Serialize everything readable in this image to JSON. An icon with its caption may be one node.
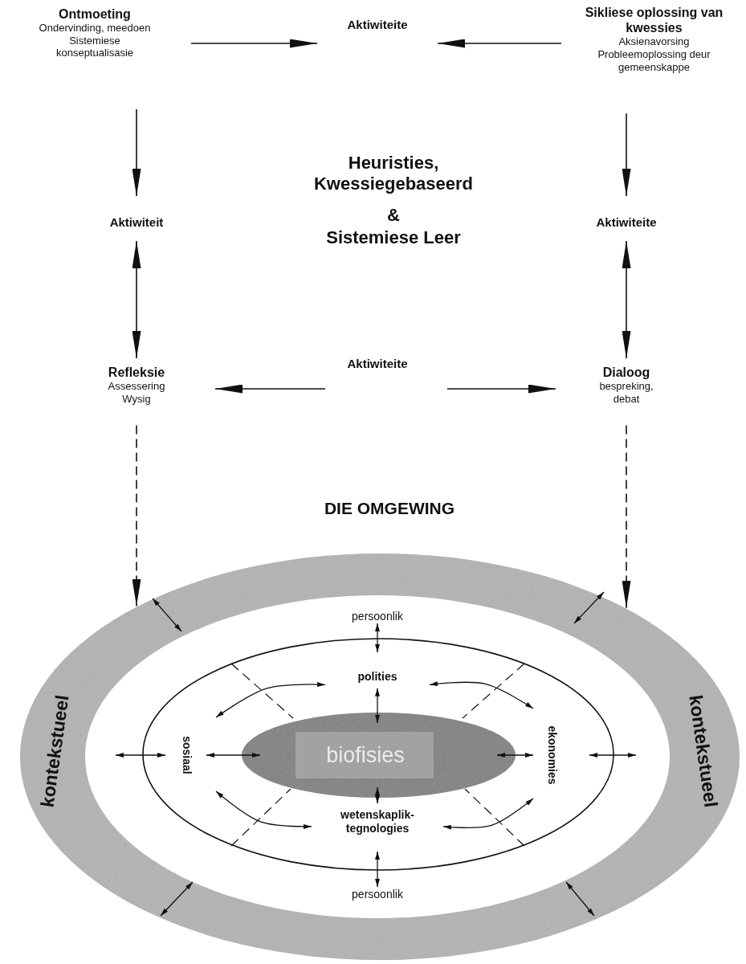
{
  "diagram": {
    "nodes": [
      {
        "text": [
          "Ontmoeting",
          "Ondervinding, meedoen",
          "Sistemiese konseptualisasie"
        ]
      },
      {
        "text": [
          "Aktiwiteite"
        ]
      },
      {
        "text": [
          "Sikliese oplossing van kwessies",
          "Aksienavorsing",
          "Probleemoplossing deur gemeenskappe"
        ]
      },
      {
        "text": [
          "Aktiwiteit"
        ]
      },
      {
        "text": [
          "Aktiwiteite"
        ]
      },
      {
        "text": [
          "Refleksie",
          "Assessering",
          "Wysig"
        ]
      },
      {
        "text": [
          "Aktiwiteite"
        ]
      },
      {
        "text": [
          "Dialoog",
          "bespreking, debat"
        ]
      },
      {
        "text": [
          "kontekstueel",
          "kontekstueel"
        ]
      },
      {
        "text": [
          "persoonlik",
          "persoonlik"
        ],
        "in": 8
      },
      {
        "text": [],
        "shape": "ellipse",
        "in": 9
      },
      {
        "text": [
          "polities"
        ],
        "in": 10
      },
      {
        "text": [
          "sosiaal"
        ],
        "in": 10
      },
      {
        "text": [
          "biofisies"
        ],
        "in": 10
      },
      {
        "text": [
          "ekonomies"
        ],
        "in": 10
      },
      {
        "text": [
          "wetenskaplik-tegnologies"
        ],
        "in": 10
      }
    ],
    "edges": [
      {
        "from": 0,
        "to": 1,
        "arrow": "to"
      },
      {
        "from": 2,
        "to": 1,
        "arrow": "to"
      },
      {
        "from": 0,
        "to": 3,
        "arrow": "to"
      },
      {
        "from": 2,
        "to": 4,
        "arrow": "to"
      },
      {
        "from": 3,
        "to": 5,
        "arrow": "both"
      },
      {
        "from": 4,
        "to": 7,
        "arrow": "both"
      },
      {
        "from": 6,
        "to": 5,
        "arrow": "to"
      },
      {
        "from": 6,
        "to": 7,
        "arrow": "to"
      },
      {
        "from": 5,
        "to": 8,
        "arrow": "to",
        "style": "dashed"
      },
      {
        "from": 7,
        "to": 8,
        "arrow": "to",
        "style": "dashed"
      },
      {
        "from": 11,
        "to": 12,
        "arrow": "both"
      },
      {
        "from": 11,
        "to": 14,
        "arrow": "both"
      },
      {
        "from": 12,
        "to": 15,
        "arrow": "both"
      },
      {
        "from": 14,
        "to": 15,
        "arrow": "both"
      },
      {
        "from": 11,
        "to": 13,
        "arrow": "both"
      },
      {
        "from": 13,
        "to": 15,
        "arrow": "both"
      },
      {
        "from": 12,
        "to": 13,
        "arrow": "both"
      },
      {
        "from": 14,
        "to": 13,
        "arrow": "both"
      },
      {
        "from": 8,
        "to": 9,
        "arrow": "both"
      },
      {
        "from": 8,
        "to": 9,
        "arrow": "both"
      },
      {
        "from": 8,
        "to": 9,
        "arrow": "both"
      },
      {
        "from": 8,
        "to": 9,
        "arrow": "both"
      },
      {
        "from": 9,
        "to": 11,
        "arrow": "both"
      },
      {
        "from": 15,
        "to": 9,
        "arrow": "both"
      },
      {
        "from": 9,
        "to": 12,
        "arrow": "both"
      },
      {
        "from": 14,
        "to": 9,
        "arrow": "both"
      }
    ],
    "labels": [
      "Heuristies, Kwessiegebaseerd",
      "&",
      "Sistemiese Leer",
      "DIE OMGEWING"
    ]
  }
}
